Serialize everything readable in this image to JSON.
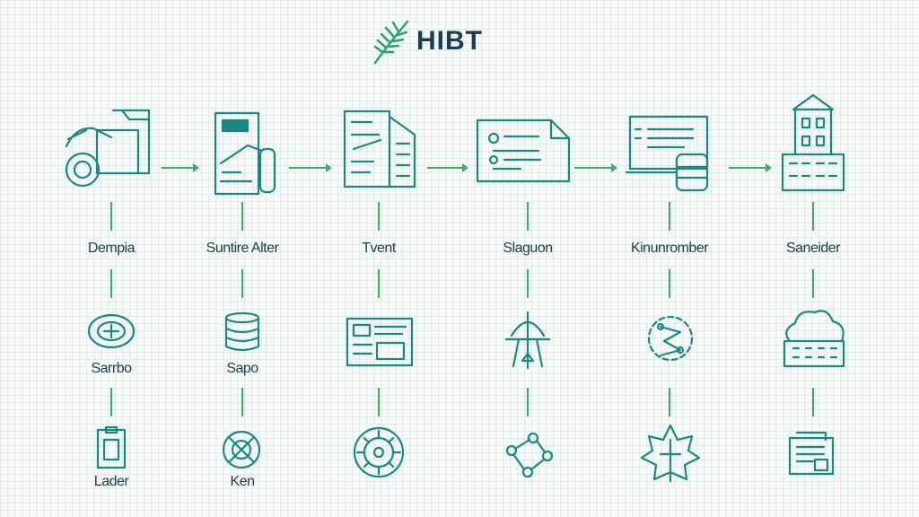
{
  "logo": {
    "text": "HIBT",
    "icon": "fern-leaf-icon"
  },
  "colors": {
    "icon": "#1a8a80",
    "connector": "#3cb05c",
    "logo_text": "#173e52"
  },
  "columns": [
    {
      "top_label": "Dempia",
      "mid_label": "Sarrbo",
      "bottom_label": "Lader"
    },
    {
      "top_label": "Suntire Alter",
      "mid_label": "Sapo",
      "bottom_label": "Ken"
    },
    {
      "top_label": "Tvent",
      "mid_label": "",
      "bottom_label": ""
    },
    {
      "top_label": "Slaguon",
      "mid_label": "",
      "bottom_label": ""
    },
    {
      "top_label": "Kinunromber",
      "mid_label": "",
      "bottom_label": ""
    },
    {
      "top_label": "Saneider",
      "mid_label": "",
      "bottom_label": ""
    }
  ]
}
